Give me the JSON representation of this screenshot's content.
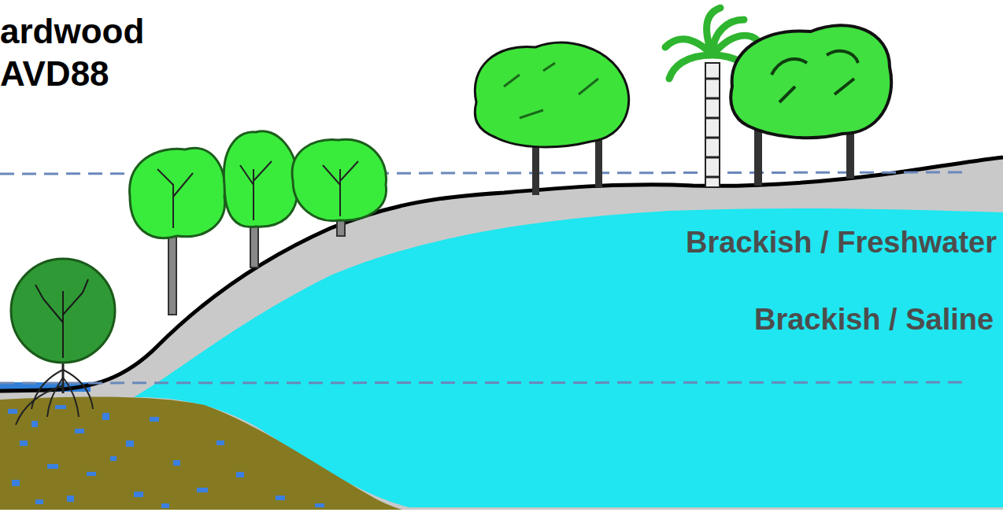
{
  "diagram": {
    "labels": [
      "ardwood",
      "AVD88",
      "Brackish / Freshwater",
      "Brackish / Saline"
    ]
  }
}
